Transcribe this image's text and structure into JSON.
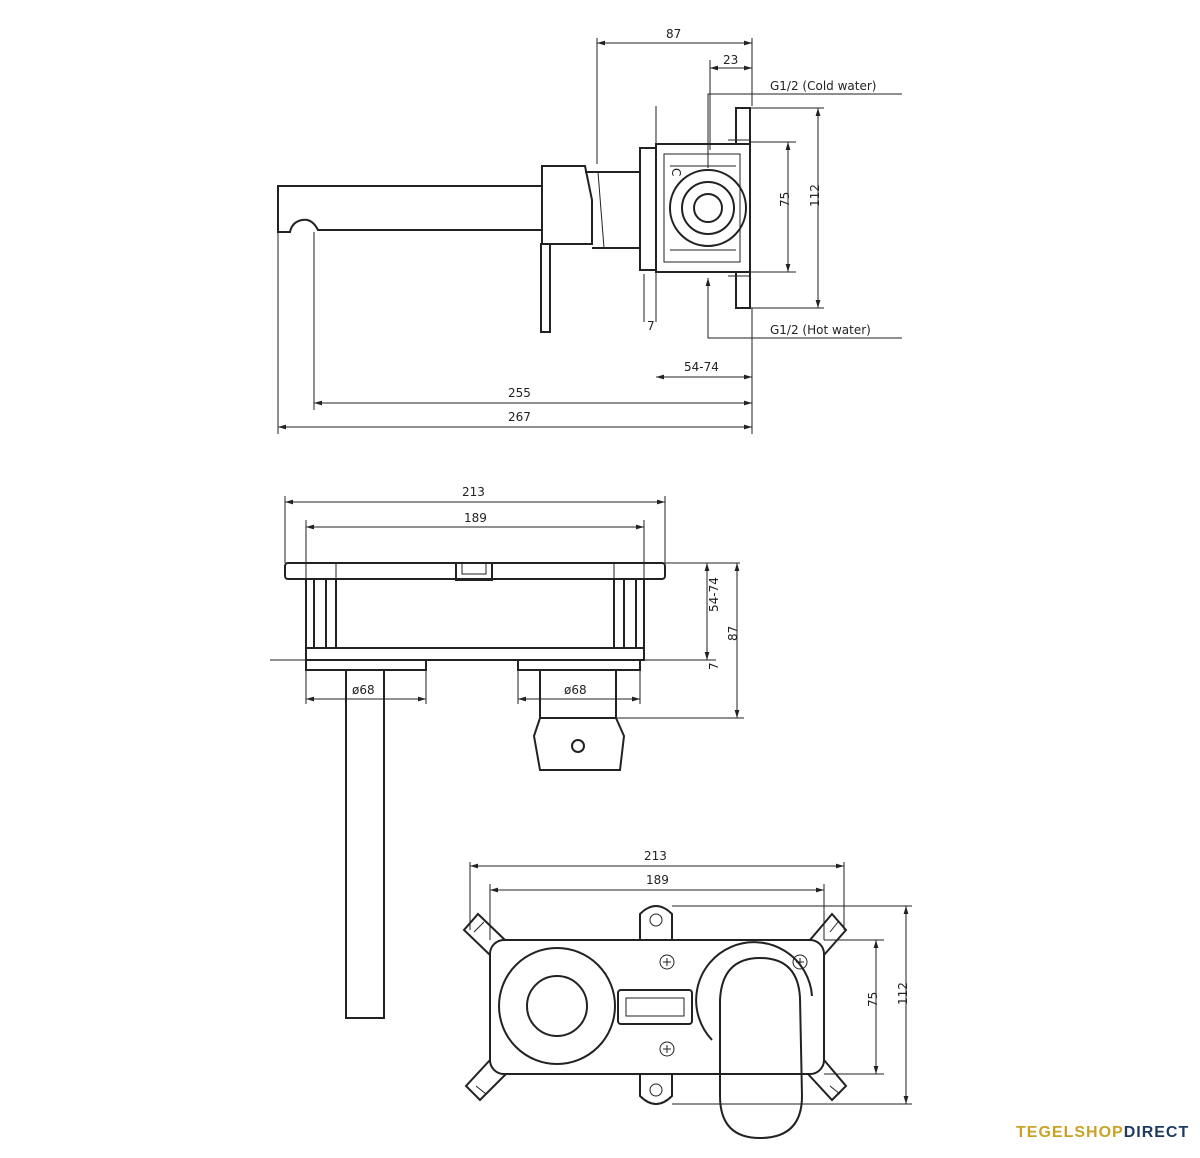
{
  "side_view": {
    "dim_87": "87",
    "dim_23": "23",
    "cold_water": "G1/2 (Cold water)",
    "hot_water": "G1/2 (Hot water)",
    "dim_75": "75",
    "dim_112": "112",
    "mark_c": "C",
    "dim_7": "7",
    "dim_54_74": "54-74",
    "dim_255": "255",
    "dim_267": "267"
  },
  "top_view": {
    "dim_213": "213",
    "dim_189": "189",
    "dim_54_74": "54-74",
    "dim_87": "87",
    "dim_7": "7",
    "dia_68_left": "ø68",
    "dia_68_right": "ø68"
  },
  "front_view": {
    "dim_213": "213",
    "dim_189": "189",
    "dim_75": "75",
    "dim_112": "112"
  },
  "brand": {
    "part1": "TEGELSHOP",
    "part2": "DIRECT"
  }
}
